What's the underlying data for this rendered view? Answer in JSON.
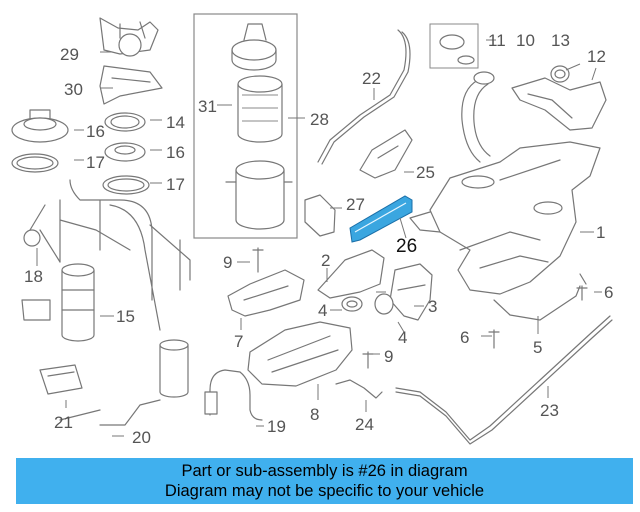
{
  "diagram": {
    "highlight_color": "#3aa6e0",
    "callouts": {
      "c1": "1",
      "c2": "2",
      "c3": "3",
      "c4a": "4",
      "c4b": "4",
      "c5": "5",
      "c6a": "6",
      "c6b": "6",
      "c7": "7",
      "c8": "8",
      "c9a": "9",
      "c9b": "9",
      "c10": "10",
      "c11": "11",
      "c12": "12",
      "c13": "13",
      "c14": "14",
      "c15": "15",
      "c16a": "16",
      "c16b": "16",
      "c17a": "17",
      "c17b": "17",
      "c18": "18",
      "c19": "19",
      "c20": "20",
      "c21": "21",
      "c22": "22",
      "c23": "23",
      "c24": "24",
      "c25": "25",
      "c26": "26",
      "c27": "27",
      "c28": "28",
      "c29": "29",
      "c30": "30",
      "c31": "31"
    }
  },
  "banner": {
    "line1": "Part or sub-assembly is #26 in diagram",
    "line2": "Diagram may not be specific to your vehicle",
    "color": "#40b0ee"
  }
}
